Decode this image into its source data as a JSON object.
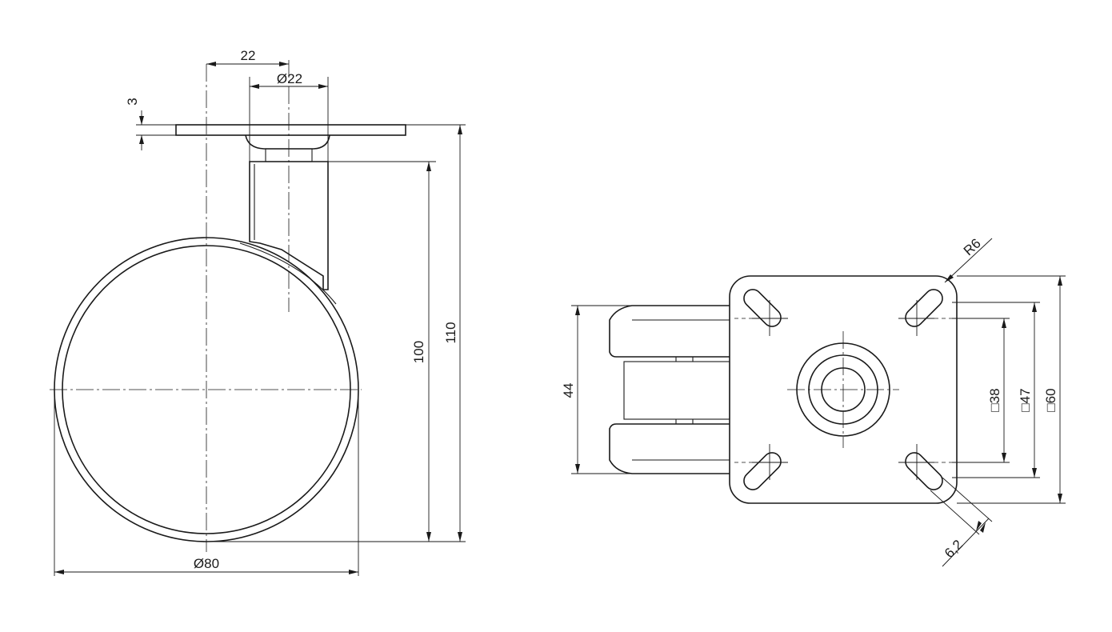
{
  "side_view": {
    "offset_dim": "22",
    "stem_dia_dim": "Ø22",
    "plate_thickness_dim": "3",
    "wheel_dia_dim": "Ø80",
    "stem_height_dim": "100",
    "total_height_dim": "110"
  },
  "top_view": {
    "corner_radius_dim": "R6",
    "width_dim": "44",
    "hole_square_dim": "□38",
    "hole_square_outer_dim": "□47",
    "plate_square_dim": "□60",
    "slot_width_dim": "6,2"
  }
}
